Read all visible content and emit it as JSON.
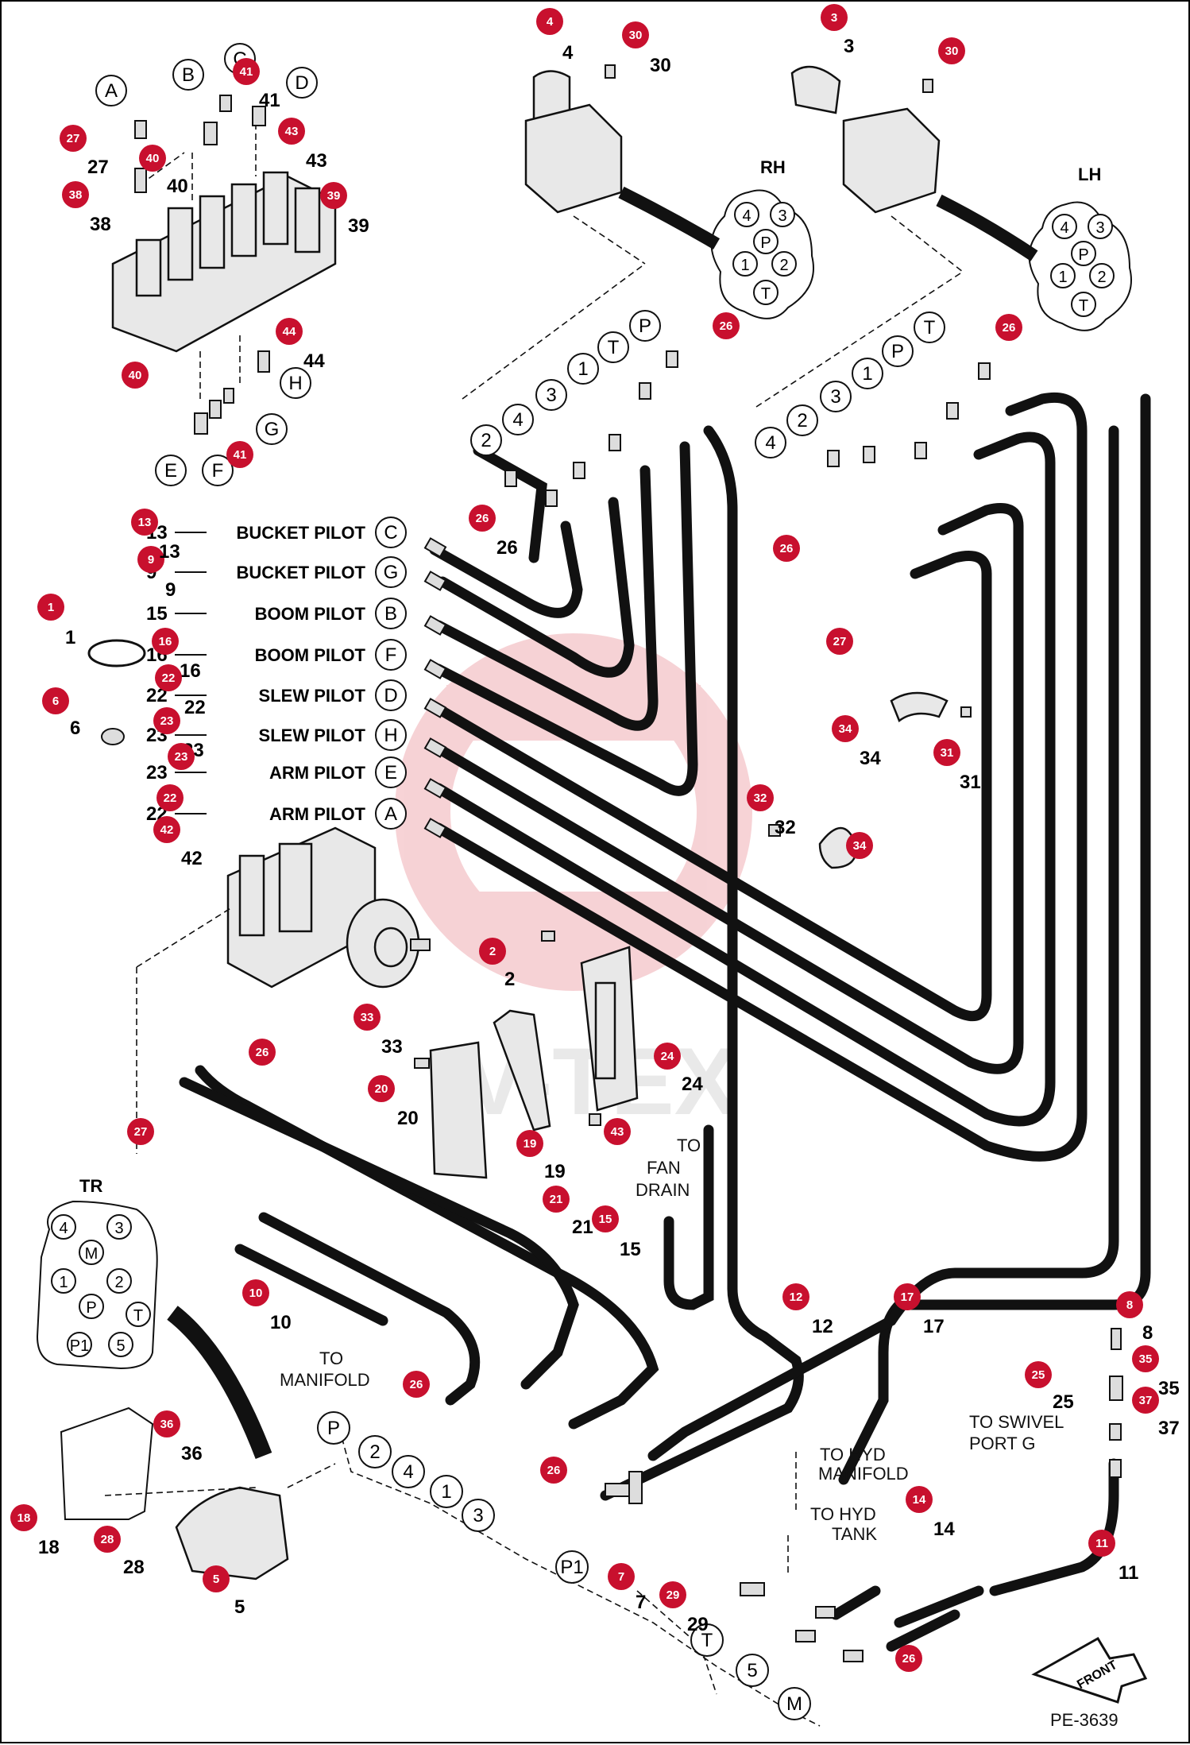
{
  "diagram_id": "PE-3639",
  "watermark": "V-TEX",
  "joysticks": {
    "rh": {
      "title": "RH",
      "ports": [
        "4",
        "3",
        "P",
        "1",
        "2",
        "T"
      ]
    },
    "lh": {
      "title": "LH",
      "ports": [
        "4",
        "3",
        "P",
        "1",
        "2",
        "T"
      ]
    },
    "tr": {
      "title": "TR",
      "ports": [
        "4",
        "3",
        "M",
        "1",
        "2",
        "P",
        "T",
        "P1",
        "5"
      ]
    }
  },
  "valve_ports": [
    "A",
    "B",
    "C",
    "D",
    "E",
    "F",
    "G",
    "H"
  ],
  "pilot_lines": [
    {
      "num": "13",
      "label": "BUCKET PILOT",
      "port": "C"
    },
    {
      "num": "9",
      "label": "BUCKET PILOT",
      "port": "G"
    },
    {
      "num": "15",
      "label": "BOOM PILOT",
      "port": "B"
    },
    {
      "num": "16",
      "label": "BOOM PILOT",
      "port": "F"
    },
    {
      "num": "22",
      "label": "SLEW PILOT",
      "port": "D"
    },
    {
      "num": "23",
      "label": "SLEW PILOT",
      "port": "H"
    },
    {
      "num": "23",
      "label": "ARM PILOT",
      "port": "E"
    },
    {
      "num": "22",
      "label": "ARM PILOT",
      "port": "A"
    }
  ],
  "rh_hose_ports": [
    "2",
    "4",
    "3",
    "1",
    "T",
    "P"
  ],
  "lh_hose_ports": [
    "4",
    "2",
    "3",
    "1",
    "P",
    "T"
  ],
  "bottom_ports": [
    "P",
    "2",
    "4",
    "1",
    "3",
    "P1",
    "T",
    "5",
    "M"
  ],
  "notes": {
    "to_manifold": "TO MANIFOLD",
    "to_fan_drain": "TO FAN DRAIN",
    "to_hyd_manifold": "TO HYD MANIFOLD",
    "to_hyd_tank": "TO HYD TANK",
    "to_swivel": "TO SWIVEL PORT G",
    "front": "FRONT"
  },
  "callouts": [
    "1",
    "2",
    "3",
    "4",
    "5",
    "6",
    "7",
    "8",
    "9",
    "10",
    "11",
    "12",
    "13",
    "14",
    "15",
    "16",
    "17",
    "18",
    "19",
    "20",
    "21",
    "22",
    "23",
    "24",
    "25",
    "26",
    "27",
    "28",
    "29",
    "30",
    "31",
    "32",
    "33",
    "34",
    "35",
    "36",
    "37",
    "38",
    "39",
    "40",
    "41",
    "42",
    "43",
    "44"
  ],
  "colors": {
    "badge": "#c8102e",
    "hose": "#111111",
    "watermark": "#f2b3b8"
  }
}
